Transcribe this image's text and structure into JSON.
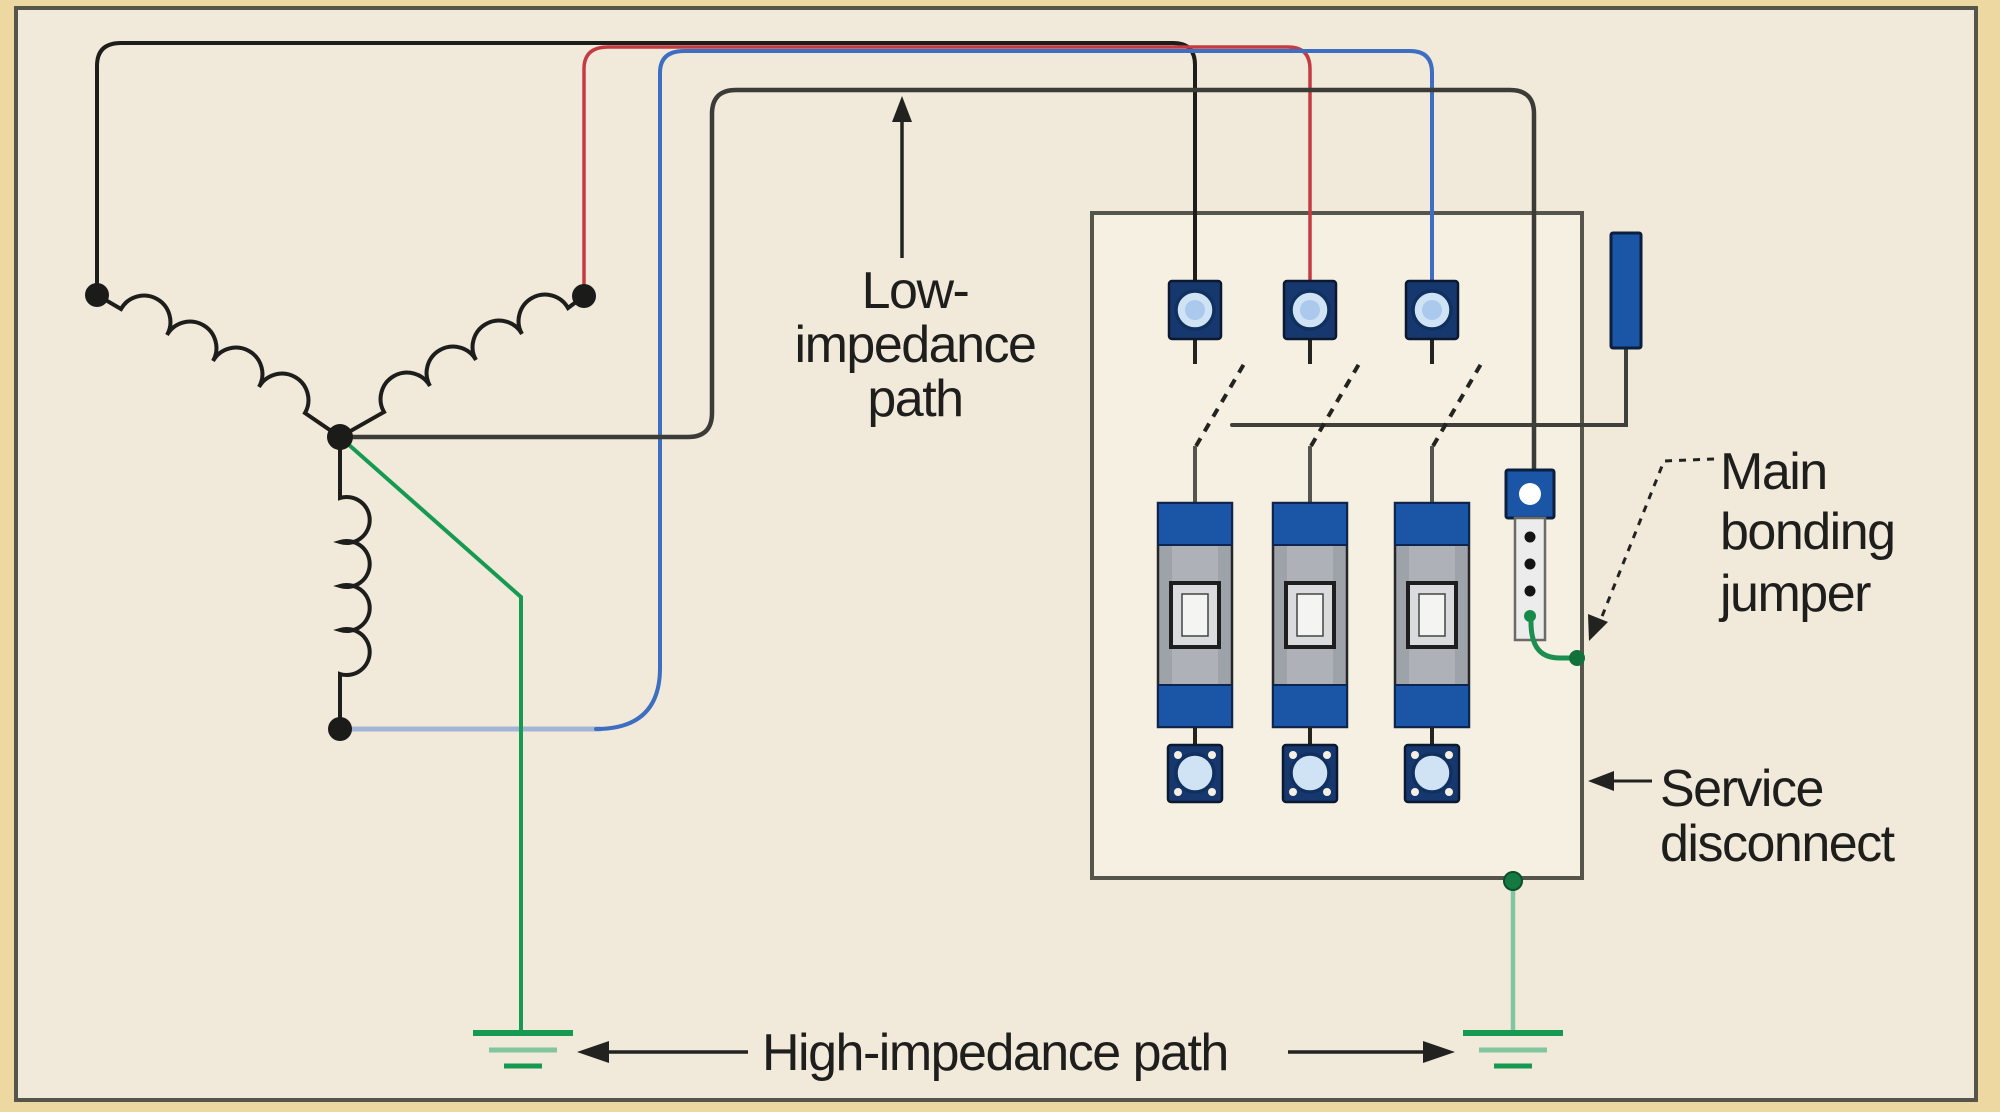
{
  "figure": {
    "type": "electrical-one-line-diagram",
    "subject": "Grounded wye service with service disconnect, showing fault-current return paths"
  },
  "canvas": {
    "margin_color": "#eed8a2",
    "background_color": "#f1e9da",
    "frame_color": "#56554c",
    "panel_fill": "#f6f0e3"
  },
  "labels": {
    "low_impedance": {
      "line1": "Low-",
      "line2": "impedance",
      "line3": "path"
    },
    "high_impedance": {
      "text": "High-impedance path"
    },
    "main_bonding_jumper": {
      "line1": "Main",
      "line2": "bonding",
      "line3": "jumper"
    },
    "service_disconnect": {
      "line1": "Service",
      "line2": "disconnect"
    }
  },
  "colors": {
    "phase_a_black": "#1d1d1b",
    "phase_b_red": "#c63a42",
    "phase_c_blue": "#3e6ec2",
    "phase_c_blue_light": "#a3b5d6",
    "neutral_gray": "#3b3b37",
    "ground_green": "#169a52",
    "ground_green_light": "#82c5a1",
    "bonding_jumper_green": "#1c8f50",
    "device_blue": "#1b55a6",
    "device_light_blue": "#cfe3f5",
    "breaker_body_gray": "#aeb2b8",
    "annotation_black": "#222220"
  }
}
